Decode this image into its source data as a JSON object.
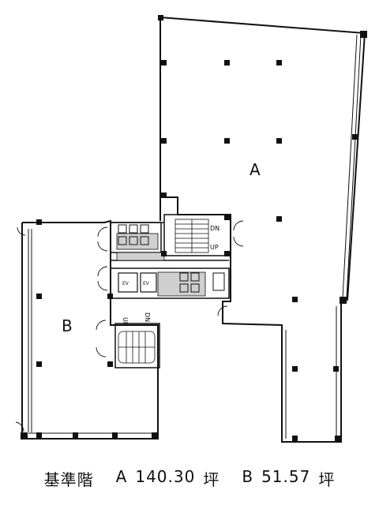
{
  "plan": {
    "unit_a_label": "A",
    "unit_b_label": "B",
    "stair_top_dn": "DN",
    "stair_top_up": "UP",
    "stair_bottom_dn": "DN",
    "stair_bottom_up": "UP",
    "ev_label_1": "EV",
    "ev_label_2": "EV"
  },
  "caption": {
    "floor_label": "基準階",
    "a_label": "A",
    "a_area": "140.30",
    "a_unit": "坪",
    "b_label": "B",
    "b_area": "51.57",
    "b_unit": "坪"
  }
}
